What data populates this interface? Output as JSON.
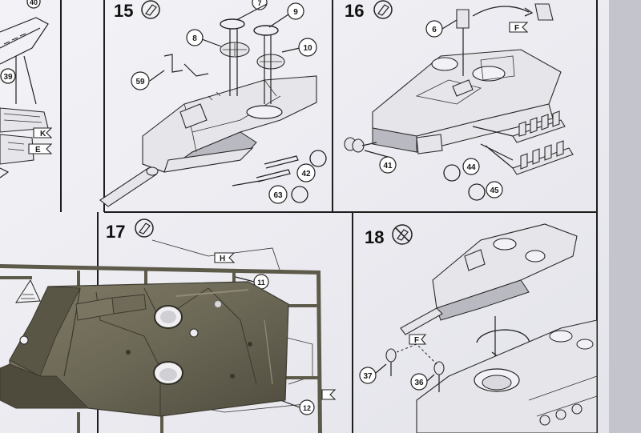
{
  "steps": [
    {
      "number": "15",
      "callouts": [
        "7",
        "8",
        "9",
        "10",
        "59",
        "42",
        "63"
      ]
    },
    {
      "number": "16",
      "callouts": [
        "6",
        "41",
        "44",
        "45"
      ],
      "marker": "F"
    },
    {
      "number": "17",
      "callouts": [
        "11",
        "12"
      ],
      "marker": "H"
    },
    {
      "number": "18",
      "callouts": [
        "37",
        "36"
      ],
      "marker": "F"
    }
  ],
  "left_strip": {
    "callouts": [
      "40",
      "39"
    ],
    "markers": [
      "K",
      "E"
    ]
  },
  "colors": {
    "paper": "#f1f1f5",
    "page_bg": "#c9c9cf",
    "ink": "#1c1c1c",
    "sprue_plastic": "#6e6a58"
  }
}
